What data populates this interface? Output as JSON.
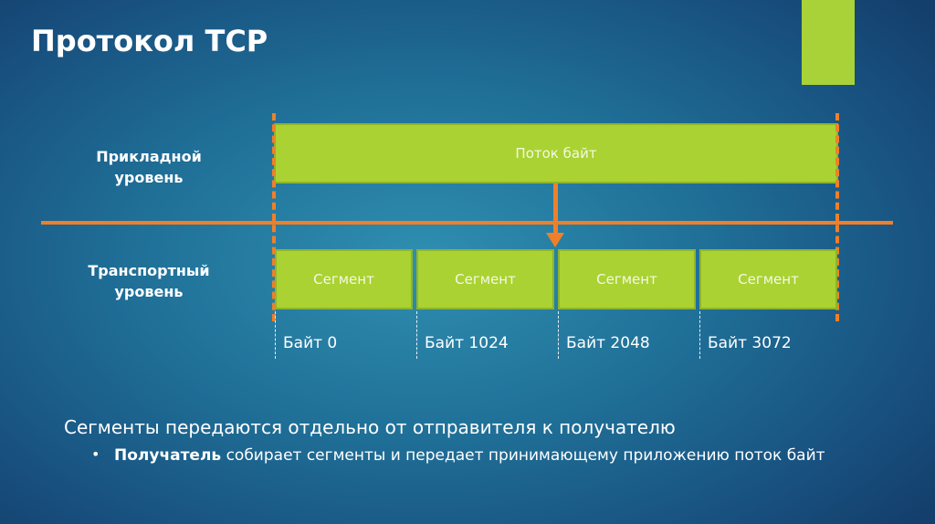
{
  "title": "Протокол TCP",
  "levels": {
    "application": "Прикладной уровень",
    "transport": "Транспортный уровень"
  },
  "stream_label": "Поток байт",
  "segments": [
    "Сегмент",
    "Сегмент",
    "Сегмент",
    "Сегмент"
  ],
  "byte_labels": [
    "Байт 0",
    "Байт 1024",
    "Байт 2048",
    "Байт 3072"
  ],
  "text": {
    "main": "Сегменты передаются отдельно от отправителя к получателю",
    "bullet_bold": "Получатель",
    "bullet_rest": " собирает сегменты и передает принимающему приложению поток байт",
    "bullet_glyph": "•"
  },
  "colors": {
    "accent": "#a8d238",
    "line": "#f07f2a"
  }
}
